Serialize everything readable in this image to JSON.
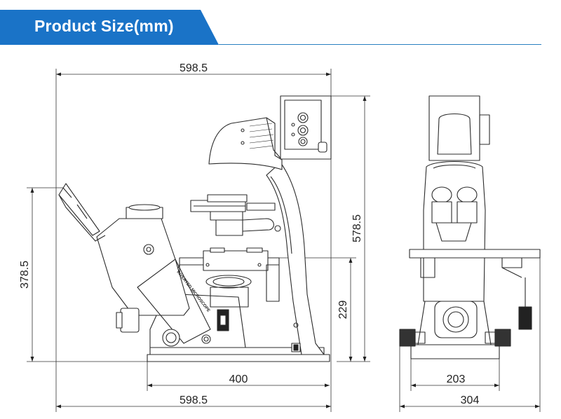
{
  "header": {
    "title": "Product Size(mm)",
    "accent_color": "#1a73c7"
  },
  "side_view": {
    "overall_width": "598.5",
    "bottom_width": "598.5",
    "base_width": "400",
    "height_total": "578.5",
    "height_eyepiece": "378.5",
    "height_stage": "229",
    "body_label": "INVERTED MICROSCOPE"
  },
  "front_view": {
    "base_width": "203",
    "overall_width": "304"
  }
}
